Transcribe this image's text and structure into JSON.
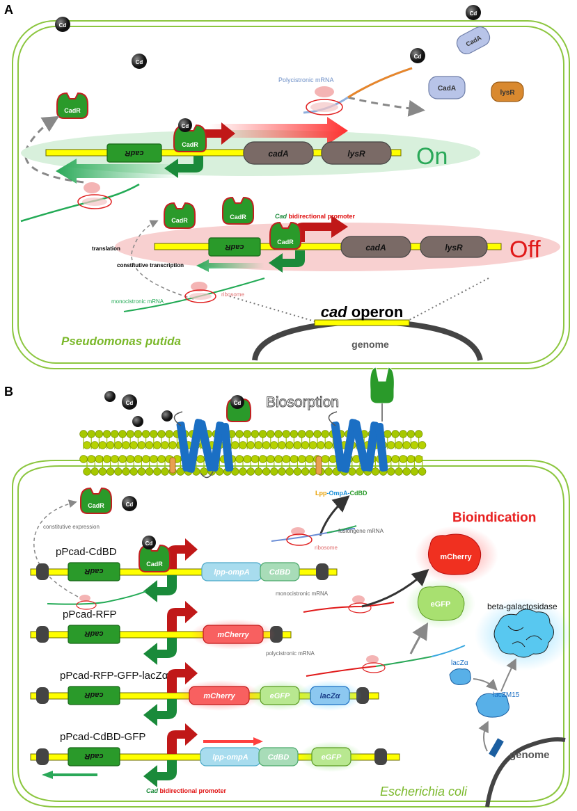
{
  "panel_a": {
    "label": "A",
    "organism": "Pseudomonas putida",
    "on_label": "On",
    "off_label": "Off",
    "polycistronic_mrna_label": "Polycistronic mRNA",
    "monocistronic_mrna_label": "monocistronic mRNA",
    "ribosome_label": "ribosome",
    "translation_label": "translation",
    "constitutive_transcription_label": "constitutive transcription",
    "promoter_label_cad": "Cad",
    "promoter_label_bidi": " bidirectional promoter",
    "operon_label_cad": "cad",
    "operon_label_rest": " operon",
    "genome_label": "genome",
    "cd_label": "Cd",
    "cadr_label": "CadR",
    "cada_label": "CadA",
    "lysr_label": "lysR",
    "gene_cadr": "cadR",
    "gene_cada": "cadA",
    "gene_lysr": "lysR"
  },
  "panel_b": {
    "label": "B",
    "organism": "Escherichia coli",
    "biosorption_label": "Biosorption",
    "bioindication_label": "Bioindication",
    "fusion_label_lpp": "Lpp",
    "fusion_label_ompa": "-OmpA-",
    "fusion_label_cdbd": "CdBD",
    "fusiongene_mrna_label": "fusiongene mRNA",
    "ribosome_label": "ribosome",
    "constitutive_expression_label": "constitutive expression",
    "monocistronic_mrna_label": "monocistronic mRNA",
    "polycistronic_mrna_label": "polycistronic mRNA",
    "beta_gal_label": "beta-galactosidase",
    "lacz_alpha_label": "lacZα",
    "laczm15_label": "lacZM15",
    "genome_label": "genome",
    "promoter_label_cad": "Cad",
    "promoter_label_bidi": " bidirectional promoter",
    "mcherry_label": "mCherry",
    "egfp_label": "eGFP",
    "cd_label": "Cd",
    "cadr_label": "CadR",
    "constructs": [
      {
        "name": "pPcad-CdBD",
        "genes": [
          "cadR",
          "lpp-ompA",
          "CdBD"
        ]
      },
      {
        "name": "pPcad-RFP",
        "genes": [
          "cadR",
          "mCherry"
        ]
      },
      {
        "name": "pPcad-RFP-GFP-lacZα",
        "genes": [
          "cadR",
          "mCherry",
          "eGFP",
          "lacZα"
        ]
      },
      {
        "name": "pPcad-CdBD-GFP",
        "genes": [
          "cadR",
          "lpp-ompA",
          "CdBD",
          "eGFP"
        ]
      }
    ]
  },
  "colors": {
    "cell_border": "#8cc63f",
    "dna": "#ffff00",
    "cadr_green": "#2a9a2a",
    "promoter_red": "#e01010",
    "promoter_green": "#1a8a3a",
    "mrna_green": "#22aa55",
    "mrna_blue": "#8fb0dd",
    "mrna_orange": "#e8862a",
    "ribosome": "#f4b4b4",
    "cada": "#b8c4e8",
    "lysr": "#d9892f",
    "on_bg": "#d8f0dc",
    "off_bg": "#f8d0d0",
    "membrane": "#9fc400",
    "porin": "#1b6fc4"
  }
}
